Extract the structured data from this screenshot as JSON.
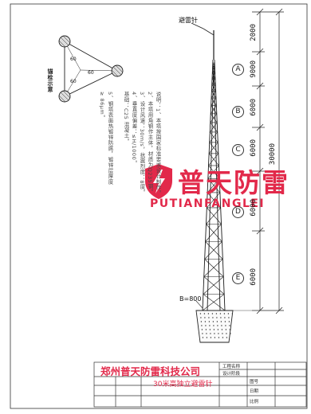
{
  "lightning_rod_label": "避雷针",
  "base_label": "B=800",
  "foundation_label": "锚栓示意",
  "angles": [
    "60",
    "60",
    "60"
  ],
  "notes": [
    "说明：1、本塔按国家标准要求设计制作。",
    "2、本塔用角钢作主体，材质为Q235钢。",
    "3、设计风速：30m/s，抗震烈度：8度。",
    "4、垂直度偏差：≤H/1000。",
    "   基础：C25 混凝土。",
    "5、钢塔表面热镀锌防腐，镀锌层厚度",
    "   ≥ 86μm。"
  ],
  "sections": [
    "A",
    "B",
    "C",
    "D",
    "E"
  ],
  "segment_dims": [
    "2000",
    "9000",
    "6000",
    "6000",
    "6000",
    "6000"
  ],
  "total_dim": "30000",
  "watermark": {
    "cn": "普天防雷",
    "en": "PUTIANFANGLEI"
  },
  "title_block": {
    "company": "郑州普天防雷科技公司",
    "drawing_title": "30米高独立避雷针",
    "right_labels": [
      "工程名称",
      "设计阶段",
      "图号",
      "日期",
      "比例"
    ]
  },
  "colors": {
    "line": "#222222",
    "brand_red": "#e2294a",
    "note_gray": "#4a4a4a"
  }
}
